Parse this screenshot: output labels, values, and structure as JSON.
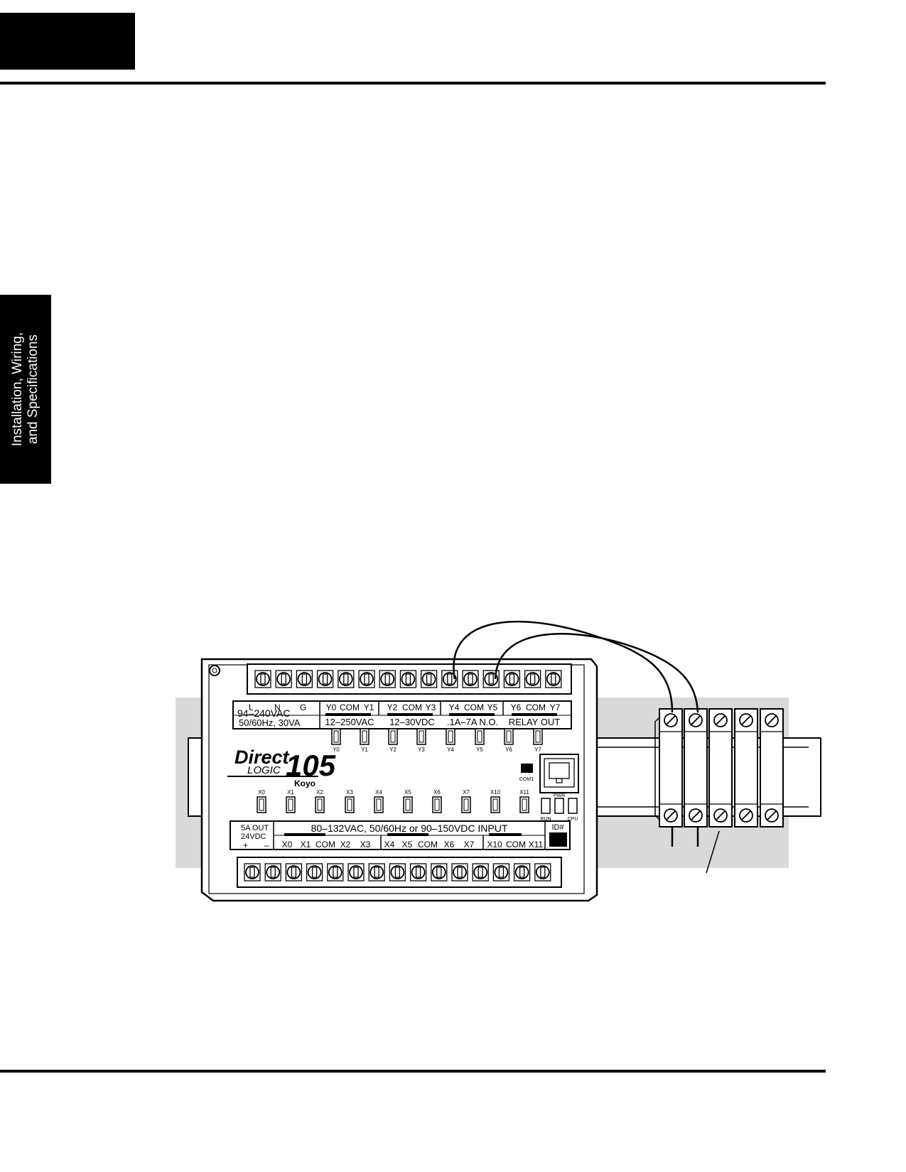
{
  "side_tab": {
    "line1": "Installation, Wiring,",
    "line2": "and Specifications"
  },
  "plc": {
    "brand_direct": "Direct",
    "brand_logic": "LOGIC",
    "model": "105",
    "maker": "Koyo",
    "power_terminals": [
      "L",
      "N",
      "G"
    ],
    "power_rating_line1": "94–240VAC",
    "power_rating_line2": "50/60Hz, 30VA",
    "output_terminals": [
      "Y0",
      "COM",
      "Y1",
      "Y2",
      "COM",
      "Y3",
      "Y4",
      "COM",
      "Y5",
      "Y6",
      "COM",
      "Y7"
    ],
    "output_spec": [
      "12–250VAC",
      "12–30VDC",
      ".1A–7A N.O.",
      "RELAY OUT"
    ],
    "output_leds": [
      "Y0",
      "Y1",
      "Y2",
      "Y3",
      "Y4",
      "Y5",
      "Y6",
      "Y7"
    ],
    "com_port": "COM1",
    "input_leds": [
      "X0",
      "X1",
      "X2",
      "X3",
      "X4",
      "X5",
      "X6",
      "X7",
      "X10",
      "X11"
    ],
    "status_leds": [
      "RUN",
      "PWR",
      "CPU"
    ],
    "aux_out_line1": "5A OUT",
    "aux_out_line2": "24VDC",
    "aux_plus": "+",
    "aux_minus": "–",
    "input_spec": "80–132VAC,  50/60Hz  or  90–150VDC INPUT",
    "input_terminals": [
      "X0",
      "X1",
      "COM",
      "X2",
      "X3",
      "X4",
      "X5",
      "COM",
      "X6",
      "X7",
      "X10",
      "COM",
      "X11"
    ],
    "id_label": "ID#"
  }
}
